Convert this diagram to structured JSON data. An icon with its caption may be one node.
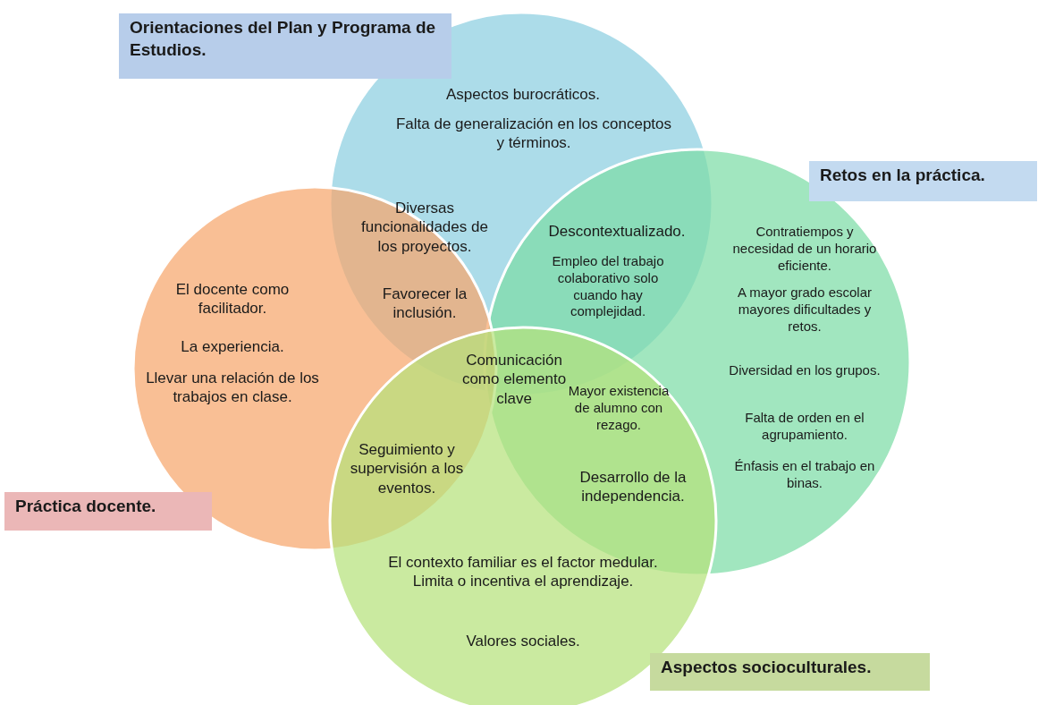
{
  "diagram": {
    "nodes": [
      {
        "text": [
          "Orientaciones del Plan y Programa de Estudios.",
          "Aspectos burocráticos.",
          "Falta de generalización en los conceptos y términos."
        ]
      },
      {
        "text": [
          "Retos en la práctica.",
          "Contratiempos y necesidad de un horario eficiente.",
          "A mayor grado escolar mayores dificultades y retos.",
          "Diversidad en los grupos.",
          "Falta de orden en el agrupamiento.",
          "Énfasis en el trabajo en binas."
        ]
      },
      {
        "text": [
          "Práctica docente.",
          "El docente como facilitador.",
          "La experiencia.",
          "Llevar una relación de los trabajos en clase."
        ]
      },
      {
        "text": [
          "Aspectos socioculturales.",
          "El contexto familiar es el factor medular. Limita o incentiva el aprendizaje.",
          "Valores sociales."
        ]
      }
    ],
    "labels": [
      "Diversas funcionalidades de los proyectos.",
      "Descontextualizado.",
      "Favorecer la inclusión.",
      "Empleo del trabajo colaborativo solo cuando hay complejidad.",
      "Comunicación como elemento clave",
      "Mayor existencia de alumno con rezago.",
      "Seguimiento y supervisión a los eventos.",
      "Desarrollo de la independencia."
    ]
  }
}
